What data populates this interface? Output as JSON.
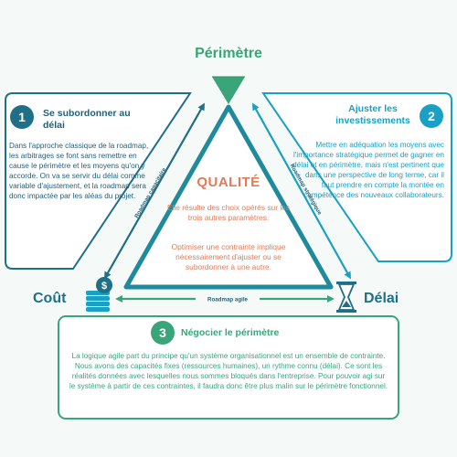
{
  "perimetre_label": "Périmètre",
  "cout_label": "Coût",
  "delai_label": "Délai",
  "qualite": {
    "title": "QUALITÉ",
    "text1": "Elle résulte des choix opérés sur les trois autres paramètres.",
    "text2": "Optimiser une contrainte implique nécessairement d'ajuster ou se subordonner à une autre."
  },
  "roadmaps": {
    "capacitaire": "Roadmap capacitaire",
    "strategique": "Roadmap stratégique",
    "agile": "Roadmap agile"
  },
  "box1": {
    "number": "1",
    "title": "Se subordonner au délai",
    "text": "Dans l'approche classique de la roadmap, les arbitrages se font sans remettre en cause le périmètre et les moyens qu'on y accorde. On va se servir du délai comme variable d'ajustement, et la roadmap sera donc impactée par les aléas du projet."
  },
  "box2": {
    "number": "2",
    "title": "Ajuster les investissements",
    "text": "Mettre en adéquation les moyens avec l'importance stratégique permet de gagner en délai et en périmètre, mais n'est pertinent que dans une perspective de long terme, car il faut prendre en compte la montée en compétence des nouveaux collaborateurs."
  },
  "box3": {
    "number": "3",
    "title": "Négocier le périmètre",
    "text": "La logique agile part du principe qu'un système organisationnel est un ensemble de contrainte. Nous avons des capacités fixes (ressources humaines), un rythme connu (délai). Ce sont les réalités données avec lesquelles nous sommes bloqués dans l'entreprise. Pour pouvoir agi sur le système à partir de ces contraintes, il faudra donc être plus malin sur le périmètre fonctionnel."
  },
  "colors": {
    "box1": "#1f6f86",
    "box2": "#1aa0c4",
    "box3": "#3aa57a",
    "qualite": "#e07b58",
    "background": "#f5faf9"
  },
  "icons": [
    "diamond-icon",
    "coins-icon",
    "hourglass-icon"
  ]
}
